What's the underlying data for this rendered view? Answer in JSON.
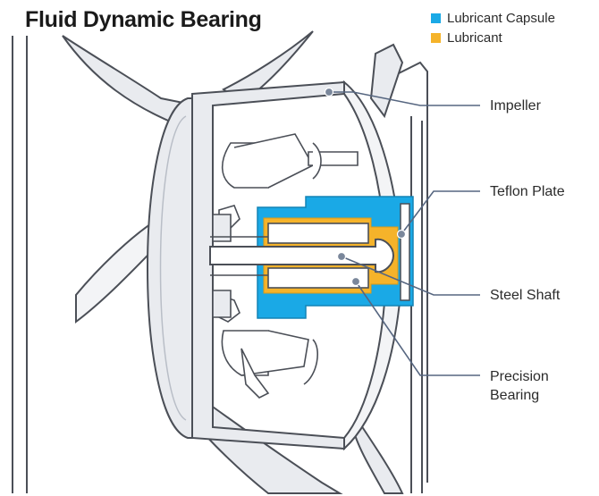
{
  "title": "Fluid Dynamic Bearing",
  "legend": [
    {
      "label": "Lubricant Capsule",
      "color": "#1aa9e6"
    },
    {
      "label": "Lubricant",
      "color": "#f5b32a"
    }
  ],
  "callouts": {
    "impeller": {
      "lines": [
        "Impeller"
      ]
    },
    "teflon_plate": {
      "lines": [
        "Teflon Plate"
      ]
    },
    "steel_shaft": {
      "lines": [
        "Steel Shaft"
      ]
    },
    "precision_bearing": {
      "lines": [
        "Precision",
        "Bearing"
      ]
    }
  },
  "colors": {
    "housing_fill": "#e9ebef",
    "housing_stroke": "#4b4f57",
    "leader": "#566680",
    "marker": "#7a879b",
    "capsule": "#1aa9e6",
    "lubricant": "#f5b32a"
  }
}
